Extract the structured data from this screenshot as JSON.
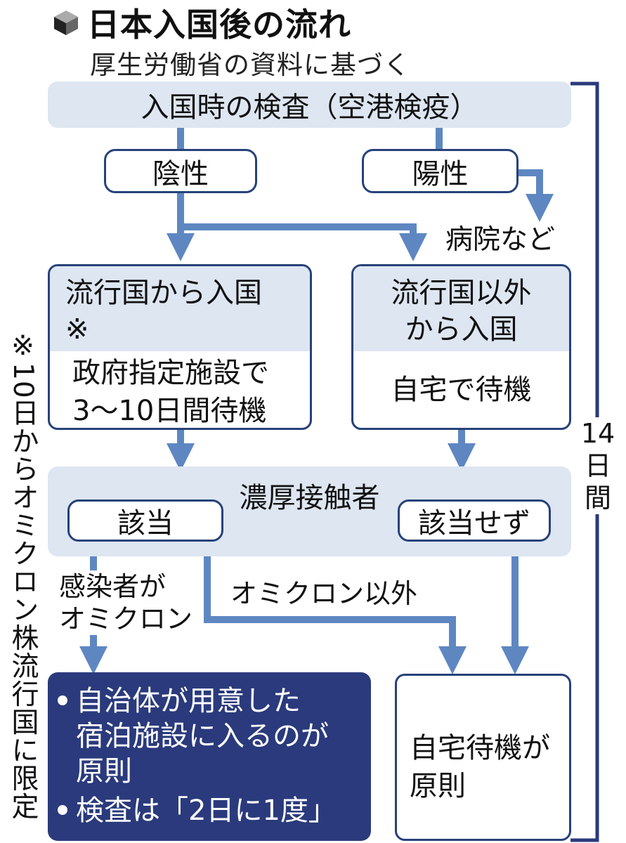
{
  "title": "日本入国後の流れ",
  "subtitle": "厚生労働省の資料に基づく",
  "airport_check": "入国時の検査（空港検疫）",
  "negative": "陰性",
  "positive": "陽性",
  "hospital": "病院など",
  "epidemic_box": {
    "header_line1": "流行国から入国",
    "header_line2": "※",
    "body_line1": "政府指定施設で",
    "body_line2": "3～10日間待機"
  },
  "other_box": {
    "header_line1": "流行国以外",
    "header_line2": "から入国",
    "body": "自宅で待機"
  },
  "close_contact": {
    "title": "濃厚接触者",
    "applicable": "該当",
    "not_applicable": "該当せず"
  },
  "infected_label": {
    "line1": "感染者が",
    "line2": "オミクロン"
  },
  "non_omicron_label": "オミクロン以外",
  "lodging_box": {
    "line1": "自治体が用意した",
    "line2": "宿泊施設に入るのが",
    "line3": "原則",
    "line4": "検査は「2日に1度」"
  },
  "home_box": {
    "line1": "自宅待機が",
    "line2": "原則"
  },
  "period": {
    "line1": "14",
    "line2": "日",
    "line3": "間"
  },
  "footnote": "※10日からオミクロン株流行国に限定",
  "colors": {
    "navy": "#2a3a7c",
    "arrow": "#5e87c2",
    "band": "#dde6f1",
    "border": "#27427a"
  }
}
